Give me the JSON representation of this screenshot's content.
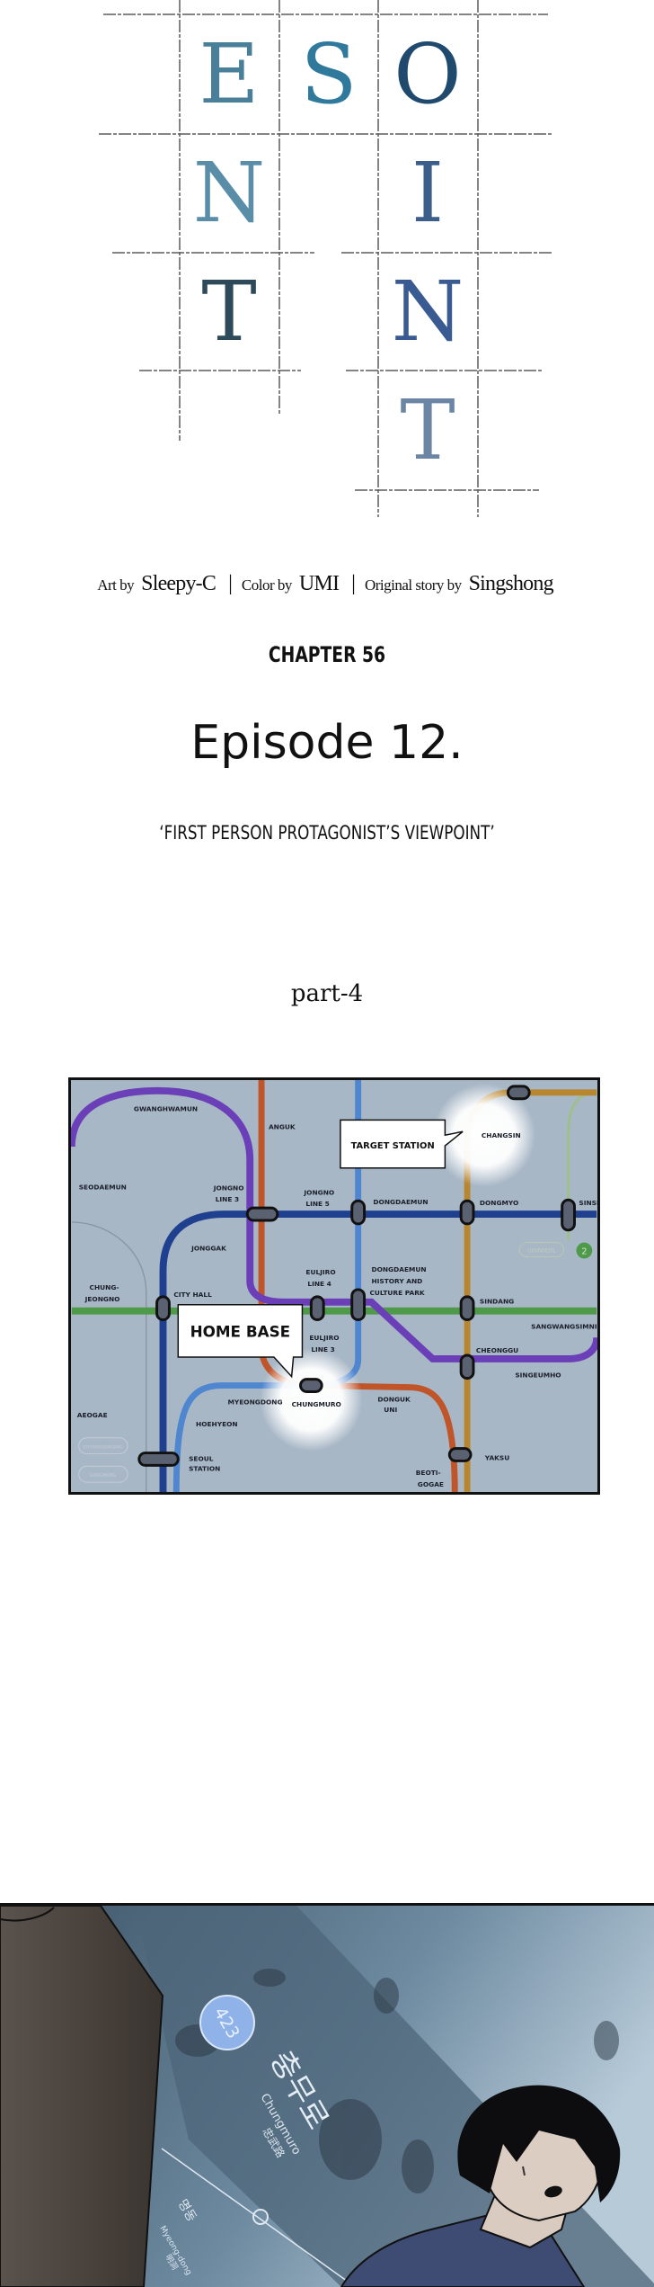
{
  "title": {
    "letters": [
      {
        "char": "E",
        "color": "#4a7f99"
      },
      {
        "char": "S",
        "color": "#2f7a9c"
      },
      {
        "char": "O",
        "color": "#1f4a6e"
      },
      {
        "char": "N",
        "color": "#5a8ea8"
      },
      {
        "char": "I",
        "color": "#3b5f8a"
      },
      {
        "char": "T",
        "color": "#2c4a5a"
      },
      {
        "char": "N",
        "color": "#3a5a92"
      },
      {
        "char": "T",
        "color": "#6a86a4"
      }
    ]
  },
  "credits": {
    "art_prefix": "Art by",
    "art_name": "Sleepy-C",
    "color_prefix": "Color by",
    "color_name": "UMI",
    "story_prefix": "Original story by",
    "story_name": "Singshong",
    "separator": "|"
  },
  "chapter": "CHAPTER 56",
  "episode": "Episode 12.",
  "subtitle": "‘FIRST PERSON PROTAGONIST’S VIEWPOINT’",
  "part": "part-4",
  "map": {
    "callouts": {
      "target": "TARGET STATION",
      "home": "HOME BASE"
    },
    "stations": {
      "gwanghwamun": "GWANGHWAMUN",
      "anguk": "ANGUK",
      "changsin": "CHANGSIN",
      "seodaemun": "SEODAEMUN",
      "jongno3_a": "JONGNO",
      "jongno3_b": "LINE 3",
      "jongno5_a": "JONGNO",
      "jongno5_b": "LINE 5",
      "dongdaemun": "DONGDAEMUN",
      "dongmyo": "DONGMYO",
      "sinseol": "SINSEOL",
      "jonggak": "JONGGAK",
      "euljiro4_a": "EULJIRO",
      "euljiro4_b": "LINE 4",
      "ddp_a": "DONGDAEMUN",
      "ddp_b": "HISTORY AND",
      "ddp_c": "CULTURE PARK",
      "chung_a": "CHUNG-",
      "chung_b": "JEONGNO",
      "cityhall": "CITY HALL",
      "sindang": "SINDANG",
      "sangwang": "SANGWANGSIMNI",
      "euljiro3_a": "EULJIRO",
      "euljiro3_b": "LINE 3",
      "cheonggu": "CHEONGGU",
      "singeumho": "SINGEUMHO",
      "myeongdong": "MYEONGDONG",
      "chungmuro": "CHUNGMURO",
      "donguk_a": "DONGUK",
      "donguk_b": "UNI",
      "aeogae": "AEOGAE",
      "hoehyeon": "HOEHYEON",
      "seoul_a": "SEOUL",
      "seoul_b": "STATION",
      "yaksu": "YAKSU",
      "beoti_a": "BEOTI-",
      "beoti_b": "GOGAE",
      "uisinseol": "UISINSEOL",
      "line2": "2",
      "gyeongui": "GYEONGUIJUNGANG",
      "gonghang": "GONGHANG"
    },
    "line_colors": {
      "line1": "#1f3f8f",
      "line2": "#4f9a4a",
      "line3": "#c0552a",
      "line4": "#4f86d0",
      "line5": "#6a3fb8",
      "line6": "#b8862f",
      "uisinseol": "#9fbf8a"
    }
  },
  "scene": {
    "station_number": "423",
    "station_korean": "충무로",
    "station_english": "Chungmuro",
    "station_hanja": "忠武路",
    "prev_korean": "명동",
    "prev_english": "Myeong-dong",
    "prev_hanja": "明洞"
  }
}
